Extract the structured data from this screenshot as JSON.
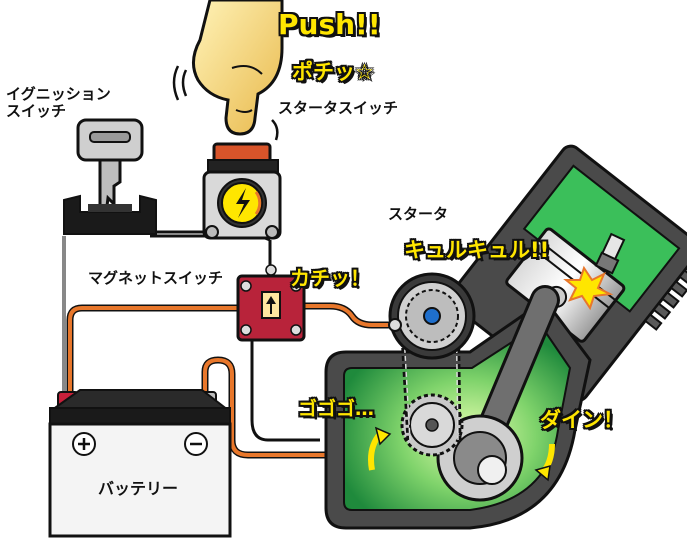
{
  "labels": {
    "ignition_switch_line1": "イグニッション",
    "ignition_switch_line2": "スイッチ",
    "starter_switch": "スタータスイッチ",
    "magnet_switch": "マグネットスイッチ",
    "starter": "スタータ",
    "battery": "バッテリー"
  },
  "callouts": {
    "push": "Push!!",
    "pochi": "ポチッ☆",
    "kachi": "カチッ！",
    "kyuru": "キュルキュル!!",
    "gogogo": "ゴゴゴ…",
    "dain": "ダイン！"
  },
  "colors": {
    "wire_black": "#111111",
    "wire_orange": "#e8772b",
    "callout_fill": "#ffe600",
    "engine_body": "#4a4a4a",
    "engine_green": "#2aa84a",
    "magnet_switch": "#b8233a",
    "starter_button": "#d8542a",
    "battery_terminal_pos": "#c8203a"
  }
}
